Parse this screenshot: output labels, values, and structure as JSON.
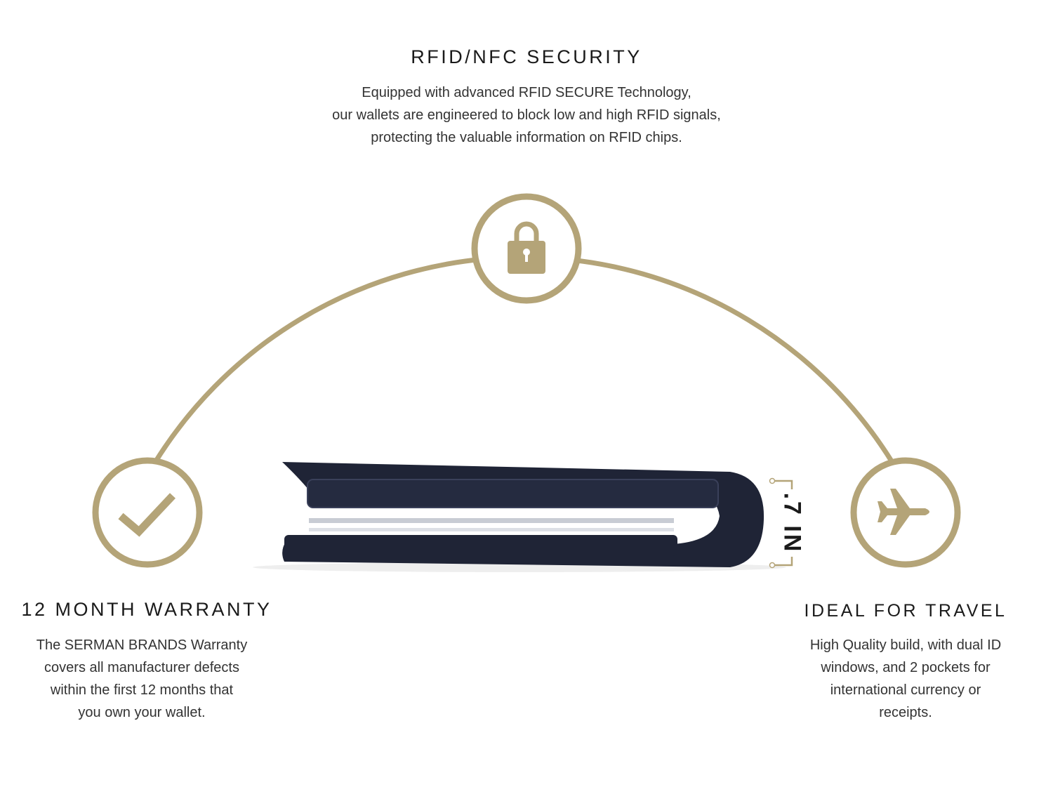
{
  "colors": {
    "accent": "#b4a478",
    "wallet": "#1f2436",
    "text": "#1a1a1a"
  },
  "top": {
    "title": "RFID/NFC SECURITY",
    "lines": [
      "Equipped with advanced RFID SECURE Technology,",
      "our wallets are engineered to block low and high RFID signals,",
      "protecting the valuable information on RFID chips."
    ],
    "icon": "lock-icon"
  },
  "left": {
    "title": "12 MONTH WARRANTY",
    "lines": [
      "The SERMAN BRANDS Warranty",
      "covers all manufacturer defects",
      "within the first 12 months that",
      "you own your wallet."
    ],
    "icon": "checkmark-icon"
  },
  "right": {
    "title": "IDEAL FOR TRAVEL",
    "lines": [
      "High Quality build, with dual ID",
      "windows, and 2 pockets for",
      "international currency or",
      "receipts."
    ],
    "icon": "airplane-icon"
  },
  "dimension": {
    "label": ".7 IN"
  }
}
